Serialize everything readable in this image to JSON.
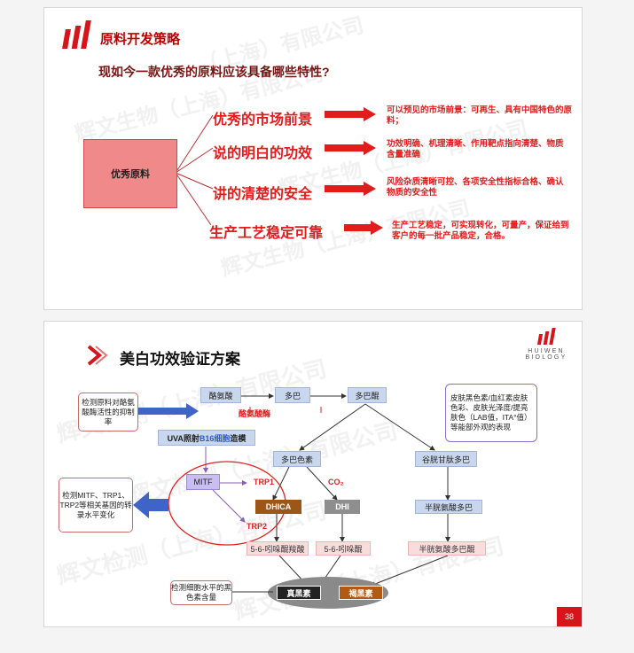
{
  "slide1": {
    "title": "原料开发策略",
    "question": "现如今一款优秀的原料应该具备哪些特性?",
    "center": "优秀原料",
    "features": [
      {
        "label": "优秀的市场前景",
        "desc": "可以预见的市场前景：可再生、具有中国特色的原料；"
      },
      {
        "label": "说的明白的功效",
        "desc": "功效明确、机理清晰、作用靶点指向清楚、物质含量准确"
      },
      {
        "label": "讲的清楚的安全",
        "desc": "风险杂质清晰可控、各项安全性指标合格、确认物质的安全性"
      },
      {
        "label": "生产工艺稳定可靠",
        "desc": "生产工艺稳定，可实现转化，可量产，保证给到客户的每一批产品稳定，合格。"
      }
    ],
    "watermark": [
      "（上海）有限公司",
      "辉文生物（上海）有限公司",
      "辉文生物（上海）有限公司",
      "辉文生物（上海）有限公司"
    ]
  },
  "slide2": {
    "title": "美白功效验证方案",
    "brand": [
      "HUIWEN",
      "BIOLOGY"
    ],
    "page_number": "38",
    "notes": {
      "tyrosinase": "检测原料对酪氨酸酶活性的抑制率",
      "mitf": "检测MITF、TRP1、TRP2等相关基因的转录水平变化",
      "melanin": "检测细胞水平的黑色素含量",
      "skin": "皮肤黑色素/血红素皮肤色彩、皮肤光泽度/提亮肤色（LAB值，ITA°值）等能部外观的表现"
    },
    "uva_prefix": "UVA照射",
    "uva_cell": "B16细胞",
    "uva_suffix": "造模",
    "nodes": {
      "tyrosine": "酪氨酸",
      "dopa": "多巴",
      "dopaquinone": "多巴醌",
      "dopachrome": "多巴色素",
      "glutathione": "谷胱甘肽多巴",
      "mitf": "MITF",
      "dhica": "DHICA",
      "dhi": "DHI",
      "cysteinyldopa": "半胱氨酸多巴",
      "dhica_quinone": "5-6-吲哚醌羧酸",
      "dhi_quinone": "5-6-吲哚醌",
      "cysteinyl_quinone": "半胱氨酸多巴醌",
      "eumelanin": "真黑素",
      "pheomelanin": "褐黑素"
    },
    "labels": {
      "enzyme": "酪氨酸酶",
      "trp1": "TRP1",
      "trp2": "TRP2",
      "co2": "CO₂"
    },
    "watermark": [
      "辉文检测（上海）有限公司",
      "辉文检测（上海）有限公司",
      "辉文检测（上海）有限公司",
      "辉文检测（上海）有限公司"
    ]
  },
  "colors": {
    "brand_red": "#d7141a",
    "accent_red": "#e21b1b",
    "blue_arrow": "#3e64c8"
  }
}
